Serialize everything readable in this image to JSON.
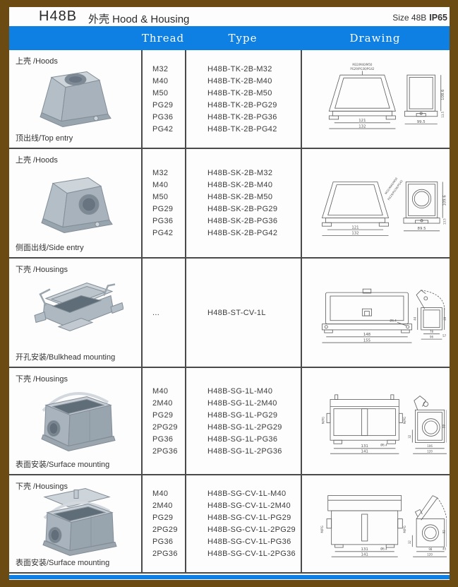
{
  "page": {
    "title_model": "H48B",
    "title_text": "外壳 Hood & Housing",
    "size_label": "Size 48B",
    "ip_label": "IP65"
  },
  "columns": {
    "thread": "Thread",
    "type": "Type",
    "drawing": "Drawing"
  },
  "colors": {
    "accent_blue": "#0E80E4",
    "frame_brown": "#6B4B11",
    "grid_line": "#4A4A4A",
    "text": "#333333"
  },
  "table": {
    "rows": [
      {
        "category": "上壳 /Hoods",
        "caption": "顶出线/Top entry",
        "photo": "hood-top-entry",
        "threads": [
          "M32",
          "M40",
          "M50",
          "PG29",
          "PG36",
          "PG42"
        ],
        "types": [
          "H48B-TK-2B-M32",
          "H48B-TK-2B-M40",
          "H48B-TK-2B-M50",
          "H48B-TK-2B-PG29",
          "H48B-TK-2B-PG36",
          "H48B-TK-2B-PG42"
        ],
        "drawing": {
          "dims": [
            "M32/M40/M50",
            "PG29/PG36/PG42",
            "121",
            "132",
            "99.5",
            "108.6",
            "13.5"
          ]
        }
      },
      {
        "category": "上壳 /Hoods",
        "caption": "侧面出线/Side entry",
        "photo": "hood-side-entry",
        "threads": [
          "M32",
          "M40",
          "M50",
          "PG29",
          "PG36",
          "PG42"
        ],
        "types": [
          "H48B-SK-2B-M32",
          "H48B-SK-2B-M40",
          "H48B-SK-2B-M50",
          "H48B-SK-2B-PG29",
          "H48B-SK-2B-PG36",
          "H48B-SK-2B-PG42"
        ],
        "drawing": {
          "dims": [
            "M32/M40/M50",
            "PG29/PG36/PG42",
            "121",
            "132",
            "89.5",
            "109.6",
            "13.5"
          ]
        }
      },
      {
        "category": "下壳 /Housings",
        "caption": "开孔安装/Bulkhead mounting",
        "photo": "housing-bulkhead",
        "threads": [
          "..."
        ],
        "types": [
          "H48B-ST-CV-1L"
        ],
        "drawing": {
          "dims": [
            "148",
            "155",
            "Ø6.4",
            "44",
            "78",
            "96",
            "57",
            "49"
          ]
        }
      },
      {
        "category": "下壳 /Housings",
        "caption": "表面安装/Surface mounting",
        "photo": "housing-surface",
        "threads": [
          "M40",
          "2M40",
          "PG29",
          "2PG29",
          "PG36",
          "2PG36"
        ],
        "types": [
          "H48B-SG-1L-M40",
          "H48B-SG-1L-2M40",
          "H48B-SG-1L-PG29",
          "H48B-SG-1L-2PG29",
          "H48B-SG-1L-PG36",
          "H48B-SG-1L-2PG36"
        ],
        "drawing": {
          "dims": [
            "M/PG",
            "M/PG",
            "131",
            "141",
            "Ø6.4",
            "106",
            "120",
            "99",
            "32"
          ]
        }
      },
      {
        "category": "下壳 /Housings",
        "caption": "表面安装/Surface mounting",
        "photo": "housing-surface-cover",
        "threads": [
          "M40",
          "2M40",
          "PG29",
          "2PG29",
          "PG36",
          "2PG36"
        ],
        "types": [
          "H48B-SG-CV-1L-M40",
          "H48B-SG-CV-1L-2M40",
          "H48B-SG-CV-1L-PG29",
          "H48B-SG-CV-1L-2PG29",
          "H48B-SG-CV-1L-PG36",
          "H48B-SG-CV-1L-2PG36"
        ],
        "drawing": {
          "dims": [
            "M/PG",
            "M/PG",
            "131",
            "141",
            "Ø6.4",
            "98",
            "120",
            "92",
            "45",
            "32"
          ]
        }
      }
    ]
  }
}
